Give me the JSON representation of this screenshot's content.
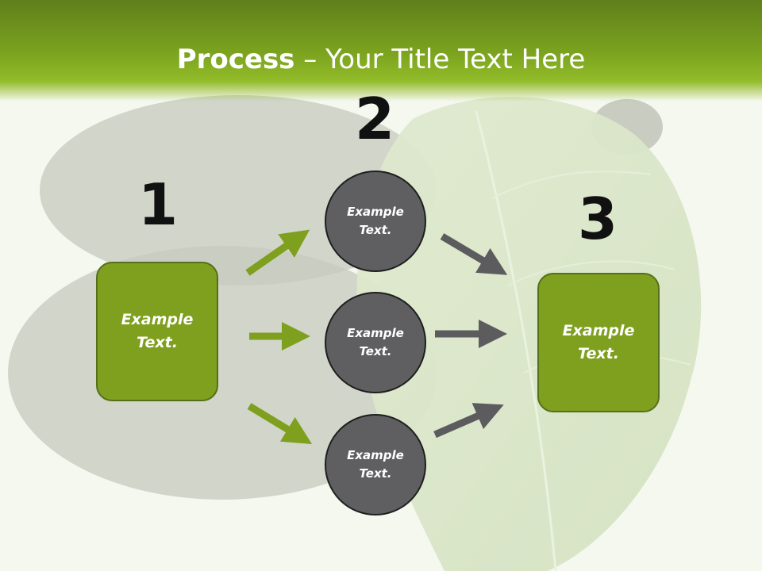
{
  "title": {
    "strong": "Process",
    "rest": " – Your Title Text Here"
  },
  "steps": [
    {
      "number": "1",
      "label": "Example\nText."
    },
    {
      "number": "2",
      "labels": [
        "Example\nText.",
        "Example\nText.",
        "Example\nText."
      ]
    },
    {
      "number": "3",
      "label": "Example\nText."
    }
  ],
  "colors": {
    "header_green": "#7da51f",
    "box_green": "#7f9f1f",
    "circle_gray": "#5f5f61",
    "arrow_green": "#7f9f1f",
    "arrow_gray": "#5c5c5e"
  }
}
